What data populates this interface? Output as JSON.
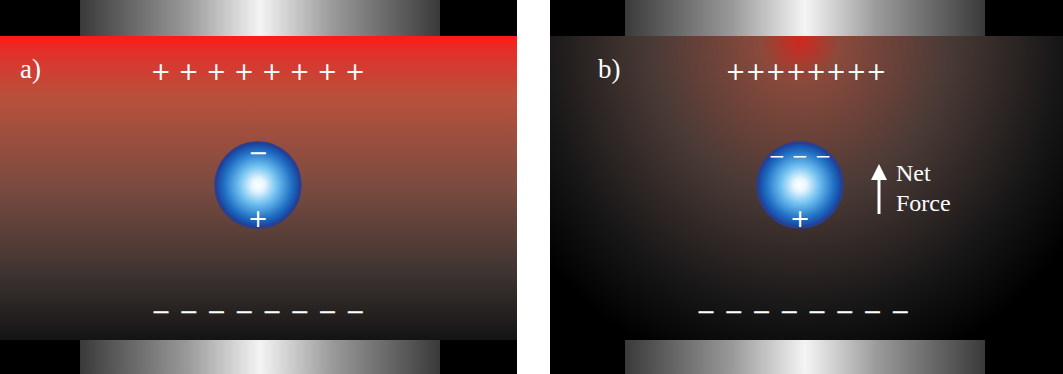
{
  "diagram": {
    "nodes": [
      {
        "text": [
          "a)"
        ]
      },
      {
        "text": [
          "−",
          "+"
        ],
        "in": 0
      },
      {
        "text": [
          "b)"
        ]
      },
      {
        "text": [
          "− − −",
          "+"
        ],
        "in": 2
      }
    ],
    "labels": [
      "+ + + + + + + +",
      "− − − − − − − −",
      "++++++++",
      "− − − − − − − −",
      "Net Force"
    ]
  }
}
